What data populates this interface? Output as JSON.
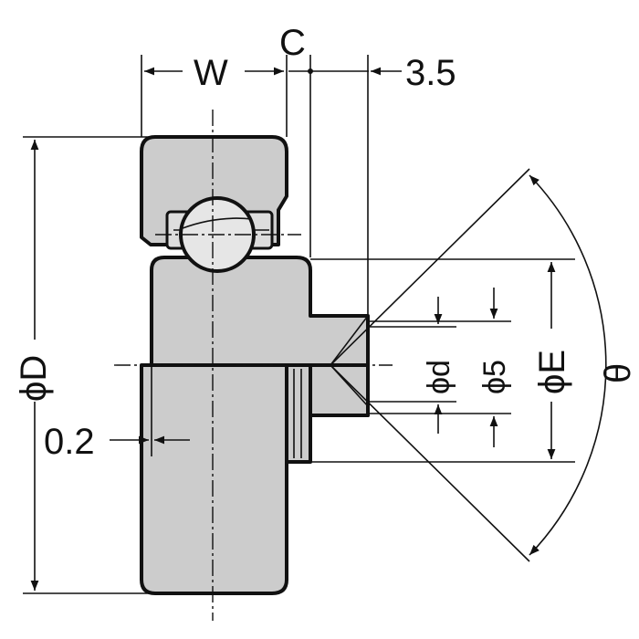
{
  "labels": {
    "width": "W",
    "chamfer": "C",
    "offset": "3.5",
    "outer_diameter": "ϕD",
    "bore_diameter": "ϕd",
    "shaft_diameter": "ϕ5",
    "flange_diameter": "ϕE",
    "angle": "θ",
    "clearance": "0.2"
  },
  "colors": {
    "body_fill": "#cccccc",
    "line": "#111111",
    "background": "#ffffff"
  }
}
